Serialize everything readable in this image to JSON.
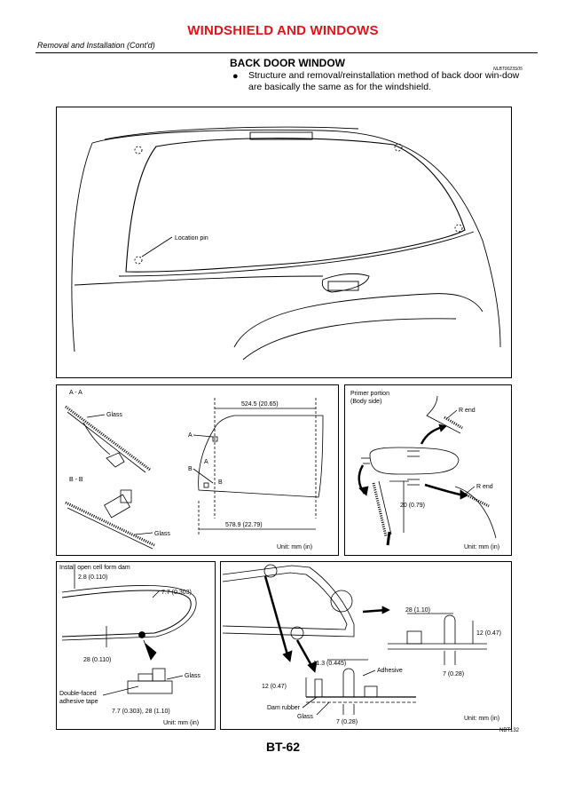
{
  "header": {
    "title": "WINDSHIELD AND WINDOWS",
    "subtitle": "Removal and Installation (Cont'd)"
  },
  "section": {
    "heading": "BACK DOOR WINDOW",
    "code": "NLBT0023S05",
    "bullet": "Structure and removal/reinstallation method of back door win-dow are basically the same as for the windshield."
  },
  "fig_main": {
    "location_pin": "Location pin"
  },
  "fig_aa": {
    "section_aa": "A - A",
    "glass_1": "Glass",
    "section_bb": "B - B",
    "glass_2": "Glass",
    "dim_top": "524.5 (20.65)",
    "dim_bottom": "578.9 (22.79)",
    "label_a1": "A",
    "label_a2": "A",
    "label_b1": "B",
    "label_b2": "B",
    "unit": "Unit: mm (in)"
  },
  "fig_primer": {
    "primer_line1": "Primer portion",
    "primer_line2": "(Body side)",
    "r_end_1": "R end",
    "r_end_2": "R end",
    "dim": "20 (0.79)",
    "unit": "Unit: mm (in)"
  },
  "fig_dam": {
    "title": "Install open cell form dam",
    "dim_top": "2.8 (0.110)",
    "dim_right": "7.7 (0.303)",
    "dim_left": "28 (0.110)",
    "glass": "Glass",
    "tape_line1": "Double-faced",
    "tape_line2": "adhesive tape",
    "dim_bottom": "7.7 (0.303), 28 (1.10)",
    "unit": "Unit: mm (in)"
  },
  "fig_section": {
    "dim_28": "28 (1.10)",
    "dim_12_right": "12 (0.47)",
    "dim_7_right": "7 (0.28)",
    "dim_11": "11.3 (0.445)",
    "adhesive": "Adhesive",
    "dim_12_left": "12 (0.47)",
    "dam_rubber": "Dam rubber",
    "glass": "Glass",
    "dim_7_bottom": "7 (0.28)",
    "unit": "Unit: mm (in)"
  },
  "footer": {
    "fig_code": "NBT132",
    "page": "BT-62"
  }
}
